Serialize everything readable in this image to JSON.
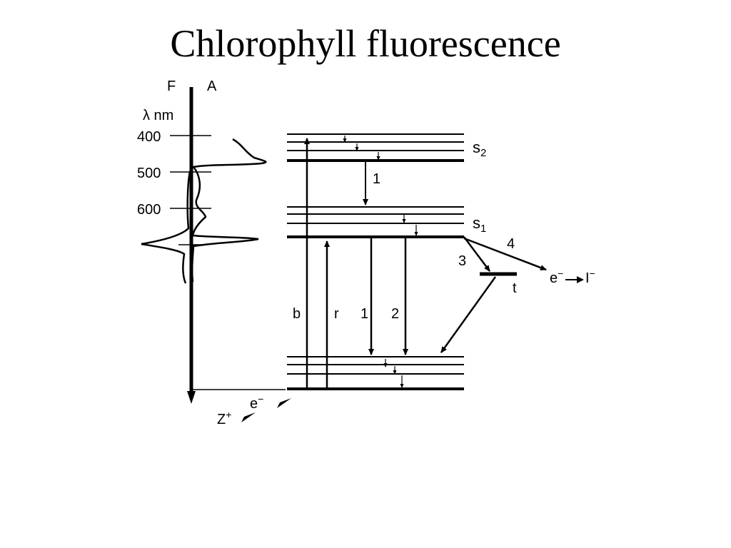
{
  "slide": {
    "title": "Chlorophyll fluorescence"
  },
  "diagram": {
    "axis": {
      "f_label": "F",
      "a_label": "A",
      "unit_label": "λ nm"
    },
    "wavelength_ticks": [
      "400",
      "500",
      "600"
    ],
    "states": {
      "s2": "s",
      "s2_sub": "2",
      "s1": "s",
      "s1_sub": "1",
      "triplet": "t"
    },
    "transitions": {
      "b": "b",
      "r": "r",
      "down1": "1",
      "down2": "2",
      "upper1": "1",
      "p3": "3",
      "p4": "4"
    },
    "electrons": {
      "out_e": "e",
      "out_e_sup": "−",
      "out_i": "I",
      "out_i_sup": "−",
      "in_e": "e",
      "in_e_sup": "−",
      "z": "Z",
      "z_sup": "+"
    }
  }
}
